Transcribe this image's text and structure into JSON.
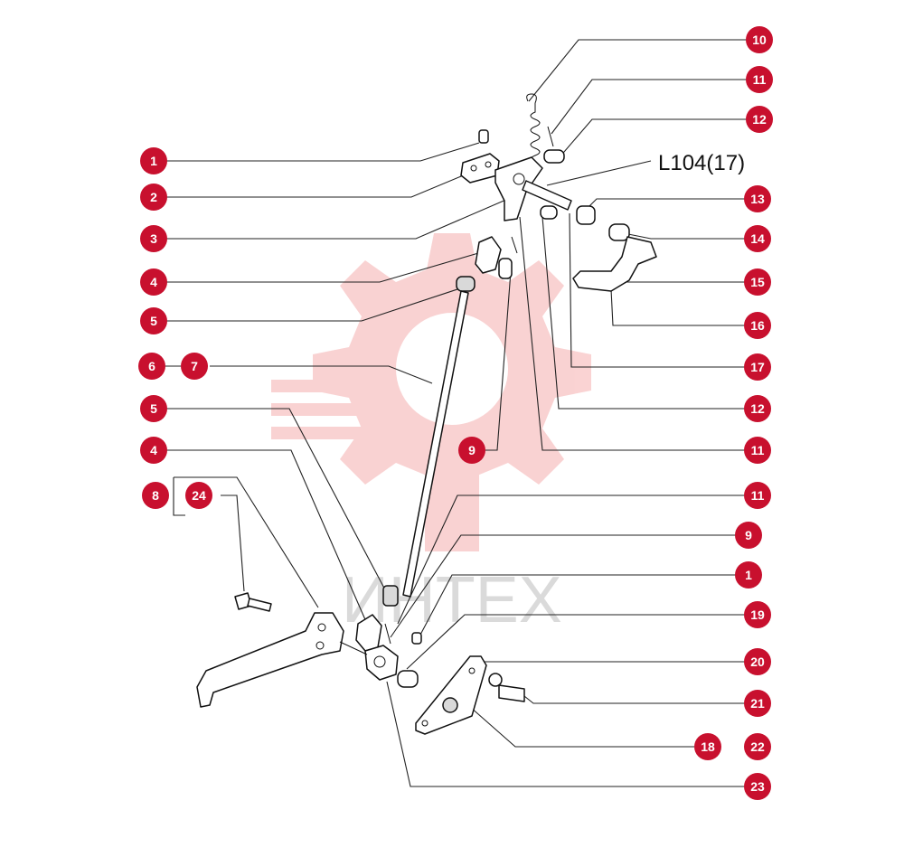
{
  "diagram": {
    "reference_label": "L104(17)",
    "watermark_text": "ИНТЕХ",
    "colors": {
      "callout": "#c8102e",
      "watermark": "#f3b5b5",
      "line": "#222222"
    },
    "callouts": [
      {
        "id": "c-10-top",
        "label": "10"
      },
      {
        "id": "c-11-top",
        "label": "11"
      },
      {
        "id": "c-12-top",
        "label": "12"
      },
      {
        "id": "c-1-left",
        "label": "1"
      },
      {
        "id": "c-2-left",
        "label": "2"
      },
      {
        "id": "c-13-right",
        "label": "13"
      },
      {
        "id": "c-3-left",
        "label": "3"
      },
      {
        "id": "c-14-right",
        "label": "14"
      },
      {
        "id": "c-4-left",
        "label": "4"
      },
      {
        "id": "c-15-right",
        "label": "15"
      },
      {
        "id": "c-5-left",
        "label": "5"
      },
      {
        "id": "c-16-right",
        "label": "16"
      },
      {
        "id": "c-6-left",
        "label": "6"
      },
      {
        "id": "c-7-left",
        "label": "7"
      },
      {
        "id": "c-17-right",
        "label": "17"
      },
      {
        "id": "c-5-left-b",
        "label": "5"
      },
      {
        "id": "c-12-right",
        "label": "12"
      },
      {
        "id": "c-4-left-b",
        "label": "4"
      },
      {
        "id": "c-9-mid",
        "label": "9"
      },
      {
        "id": "c-11-right",
        "label": "11"
      },
      {
        "id": "c-8-left",
        "label": "8"
      },
      {
        "id": "c-24-left",
        "label": "24"
      },
      {
        "id": "c-11-right-b",
        "label": "11"
      },
      {
        "id": "c-9-right",
        "label": "9"
      },
      {
        "id": "c-1-right",
        "label": "1"
      },
      {
        "id": "c-19-right",
        "label": "19"
      },
      {
        "id": "c-20-right",
        "label": "20"
      },
      {
        "id": "c-21-right",
        "label": "21"
      },
      {
        "id": "c-18-right",
        "label": "18"
      },
      {
        "id": "c-22-right",
        "label": "22"
      },
      {
        "id": "c-23-right",
        "label": "23"
      }
    ]
  }
}
